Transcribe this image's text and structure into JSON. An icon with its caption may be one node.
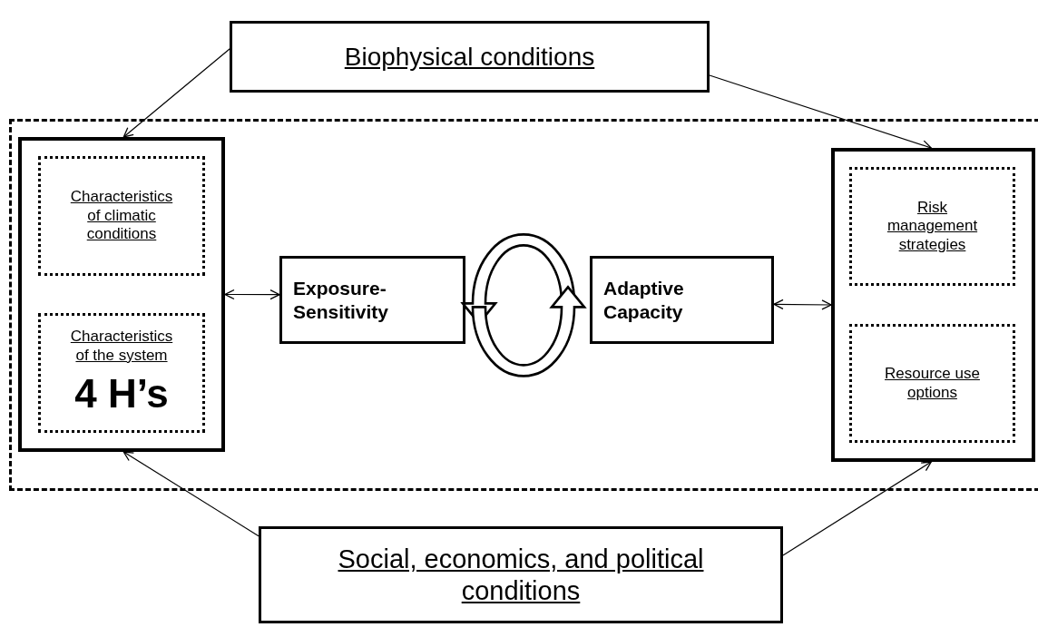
{
  "diagram": {
    "nodes": [
      {
        "text": [
          "Biophysical conditions"
        ]
      },
      {
        "text": [],
        "shape": "box"
      },
      {
        "text": [],
        "shape": "box",
        "in": 1
      },
      {
        "text": [
          "Characteristics of climatic conditions"
        ],
        "in": 2
      },
      {
        "text": [
          "Characteristics of the system",
          "4 H’s"
        ],
        "in": 2
      },
      {
        "text": [
          "Exposure-Sensitivity"
        ],
        "in": 1
      },
      {
        "text": [
          "Adaptive Capacity"
        ],
        "in": 1
      },
      {
        "text": [],
        "shape": "box",
        "in": 1
      },
      {
        "text": [
          "Risk management strategies"
        ],
        "in": 7
      },
      {
        "text": [
          "Resource use options"
        ],
        "in": 7
      },
      {
        "text": [
          "Social, economics, and political conditions"
        ]
      }
    ],
    "edges": [
      {
        "from": 0,
        "to": 2,
        "arrow": "to"
      },
      {
        "from": 0,
        "to": 7,
        "arrow": "to"
      },
      {
        "from": 10,
        "to": 2,
        "arrow": "to"
      },
      {
        "from": 10,
        "to": 7,
        "arrow": "to"
      },
      {
        "from": 2,
        "to": 5,
        "arrow": "both"
      },
      {
        "from": 6,
        "to": 7,
        "arrow": "both"
      },
      {
        "from": 6,
        "to": 5,
        "arrow": "to",
        "style": "thick"
      },
      {
        "from": 5,
        "to": 6,
        "arrow": "to",
        "style": "thick"
      }
    ]
  }
}
